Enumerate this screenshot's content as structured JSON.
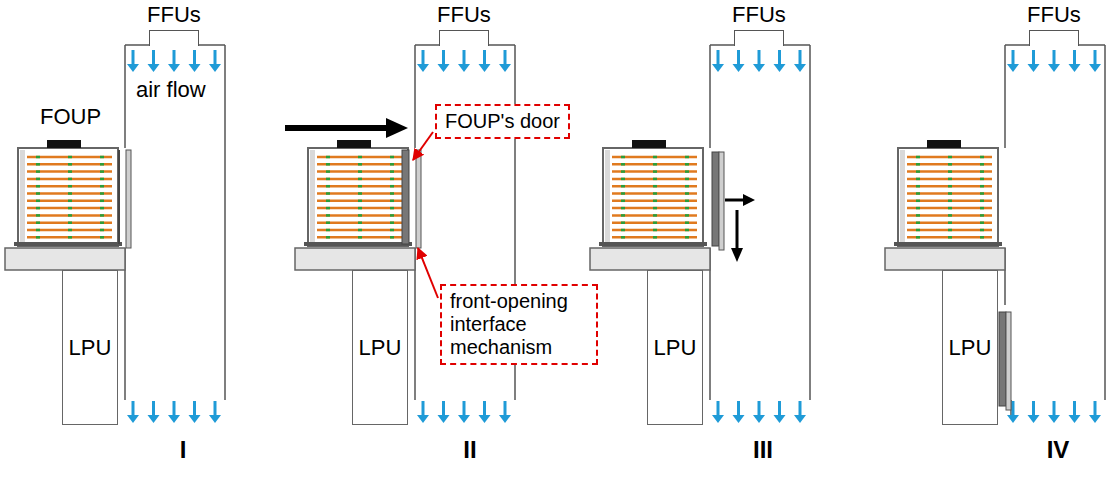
{
  "diagram": {
    "nodes": [
      {
        "text": [
          "FFUs"
        ]
      },
      {
        "text": [
          "LPU"
        ]
      },
      {
        "text": [
          "FFUs"
        ]
      },
      {
        "text": [
          "FOUP's door"
        ]
      },
      {
        "text": [
          "front-opening interface mechanism"
        ]
      },
      {
        "text": [
          "LPU"
        ]
      },
      {
        "text": [
          "FFUs"
        ]
      },
      {
        "text": [
          "LPU"
        ]
      },
      {
        "text": [
          "FFUs"
        ]
      },
      {
        "text": [
          "LPU"
        ]
      }
    ],
    "labels": [
      "FOUP",
      "air flow",
      "I",
      "II",
      "III",
      "IV"
    ]
  }
}
